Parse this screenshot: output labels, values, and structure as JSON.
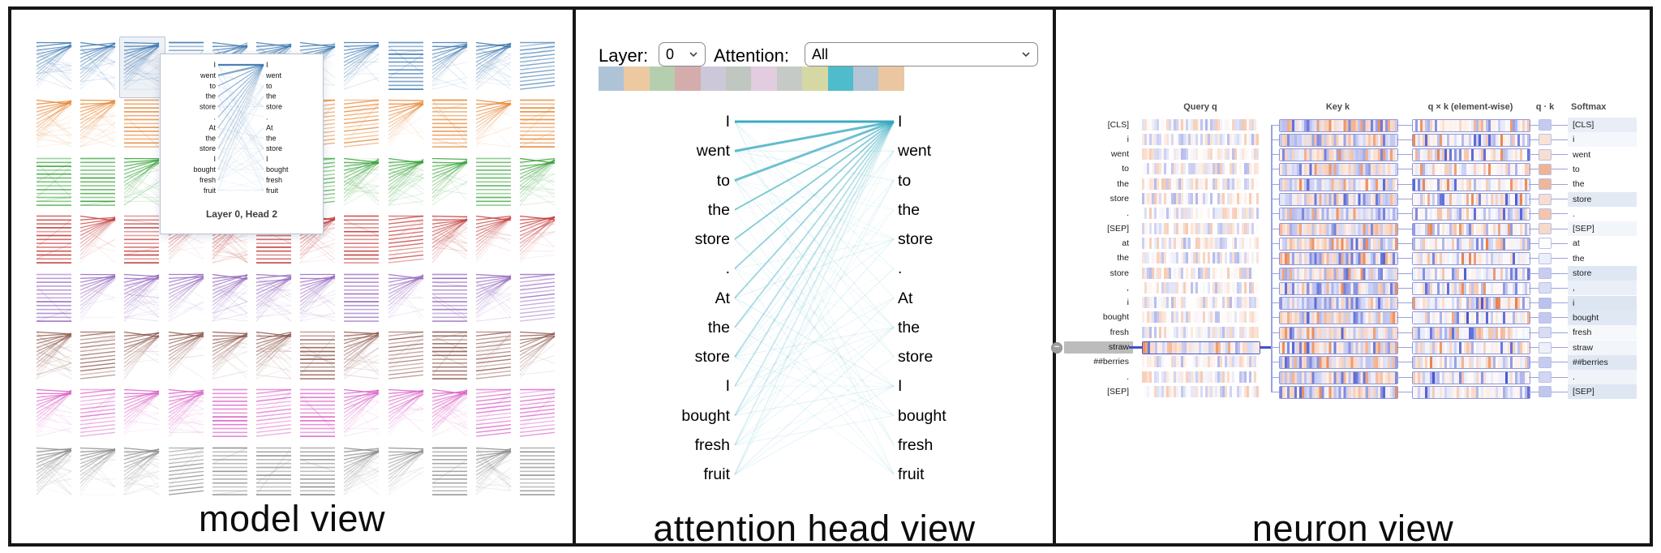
{
  "panels": {
    "model_view": {
      "title": "model view",
      "grid": {
        "num_layers": 8,
        "num_heads": 12,
        "layer_colors": [
          "#3b76af",
          "#e68634",
          "#36a137",
          "#c43c3c",
          "#9467bd",
          "#8c564b",
          "#d95fc5",
          "#8c8c8c"
        ]
      },
      "selected_cell": {
        "layer": 0,
        "head": 2
      },
      "popup": {
        "caption": "Layer 0, Head 2",
        "line_color": "#3b76af",
        "tokens_left": [
          "I",
          "went",
          "to",
          "the",
          "store",
          ".",
          "At",
          "the",
          "store",
          "I",
          "bought",
          "fresh",
          "fruit"
        ],
        "tokens_right": [
          "I",
          "went",
          "to",
          "the",
          "store",
          ".",
          "At",
          "the",
          "store",
          "I",
          "bought",
          "fresh",
          "fruit"
        ]
      }
    },
    "attention_head_view": {
      "title": "attention head view",
      "controls": {
        "layer_label": "Layer:",
        "layer_value": "0",
        "attention_label": "Attention:",
        "attention_value": "All"
      },
      "head_palette": {
        "colors": [
          "#afc3d7",
          "#ecc9a1",
          "#b5cfae",
          "#d5acac",
          "#ccc8da",
          "#bfc7c0",
          "#e2cce0",
          "#c6cac6",
          "#d6d8a3",
          "#4ebccb",
          "#b3c5d6",
          "#eac7a0"
        ],
        "selected_index": 9
      },
      "tokens_left": [
        "I",
        "went",
        "to",
        "the",
        "store",
        ".",
        "At",
        "the",
        "store",
        "I",
        "bought",
        "fresh",
        "fruit"
      ],
      "tokens_right": [
        "I",
        "went",
        "to",
        "the",
        "store",
        ".",
        "At",
        "the",
        "store",
        "I",
        "bought",
        "fresh",
        "fruit"
      ],
      "line_color": "#31a8bd"
    },
    "neuron_view": {
      "title": "neuron view",
      "column_headers": [
        "Query q",
        "Key k",
        "q × k (element-wise)",
        "q · k",
        "Softmax"
      ],
      "selected_token": "straw",
      "accent": {
        "connector": "#9aa2de",
        "strip_border": "#8f98da",
        "selection": "#4350c8",
        "pos_color": "#4856d0",
        "neg_color": "#e9805a"
      },
      "rows": [
        {
          "token": "[CLS]",
          "qk_color": "#c5cbf0",
          "softmax_bg": "#e8edf6",
          "selected": false
        },
        {
          "token": "i",
          "qk_color": "#f8e2d8",
          "softmax_bg": "#f4f7fb",
          "selected": false
        },
        {
          "token": "went",
          "qk_color": "#f6ded2",
          "softmax_bg": "#ffffff",
          "selected": false
        },
        {
          "token": "to",
          "qk_color": "#f0b493",
          "softmax_bg": "#ffffff",
          "selected": false
        },
        {
          "token": "the",
          "qk_color": "#efb797",
          "softmax_bg": "#ffffff",
          "selected": false
        },
        {
          "token": "store",
          "qk_color": "#f7ddd0",
          "softmax_bg": "#e3eaf4",
          "selected": false
        },
        {
          "token": ".",
          "qk_color": "#f3c5ab",
          "softmax_bg": "#ffffff",
          "selected": false
        },
        {
          "token": "[SEP]",
          "qk_color": "#f6d9c9",
          "softmax_bg": "#f2f6fa",
          "selected": false
        },
        {
          "token": "at",
          "qk_color": "#fdfdfd",
          "softmax_bg": "#ffffff",
          "selected": false
        },
        {
          "token": "the",
          "qk_color": "#eceef9",
          "softmax_bg": "#ffffff",
          "selected": false
        },
        {
          "token": "store",
          "qk_color": "#c8cdf0",
          "softmax_bg": "#dfe7f3",
          "selected": false
        },
        {
          "token": ",",
          "qk_color": "#dadef5",
          "softmax_bg": "#eaeff7",
          "selected": false
        },
        {
          "token": "i",
          "qk_color": "#bac1ec",
          "softmax_bg": "#dce5f1",
          "selected": false
        },
        {
          "token": "bought",
          "qk_color": "#c2c8ee",
          "softmax_bg": "#e0e8f3",
          "selected": false
        },
        {
          "token": "fresh",
          "qk_color": "#d8dcf4",
          "softmax_bg": "#f6f8fb",
          "selected": false
        },
        {
          "token": "straw",
          "qk_color": "#eff1fa",
          "softmax_bg": "#f2f5fa",
          "selected": true
        },
        {
          "token": "##berries",
          "qk_color": "#c6ccef",
          "softmax_bg": "#dfe7f3",
          "selected": false
        },
        {
          "token": ".",
          "qk_color": "#d2d6f2",
          "softmax_bg": "#f0f4f9",
          "selected": false
        },
        {
          "token": "[SEP]",
          "qk_color": "#c0c6ed",
          "softmax_bg": "#dee6f2",
          "selected": false
        }
      ]
    }
  }
}
